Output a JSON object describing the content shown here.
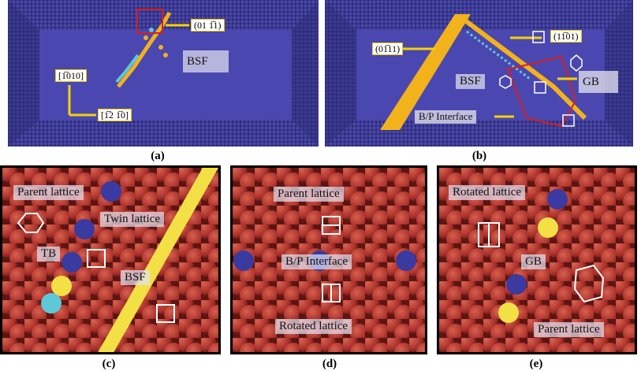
{
  "captions": [
    "(a)",
    "(b)",
    "(c)",
    "(d)",
    "(e)"
  ],
  "panel_a": {
    "direction_top": "(01 1̅1)",
    "label_bsf": "BSF",
    "direction_left": "[1̅010]",
    "direction_bottom": "[1̅2 1̅0]"
  },
  "panel_b": {
    "direction_left": "(01̅11)",
    "direction_right": "(11̅01)",
    "label_bsf": "BSF",
    "label_gb": "GB",
    "label_interface": "B/P Interface"
  },
  "panel_c": {
    "parent": "Parent lattice",
    "twin": "Twin lattice",
    "tb": "TB",
    "bsf": "BSF"
  },
  "panel_d": {
    "parent": "Parent lattice",
    "interface": "B/P Interface",
    "rotated": "Rotated lattice"
  },
  "panel_e": {
    "rotated": "Rotated lattice",
    "gb": "GB",
    "parent": "Parent lattice"
  },
  "colors": {
    "matrix_atom": "#3b3a8a",
    "box_background": "#4a47b0",
    "defect_atom": "#f2b21c",
    "interface_atom": "#5ec8d8",
    "lattice_atom": "#a8302a",
    "highlight_box": "#d42020",
    "arrow": "#f5d400"
  }
}
